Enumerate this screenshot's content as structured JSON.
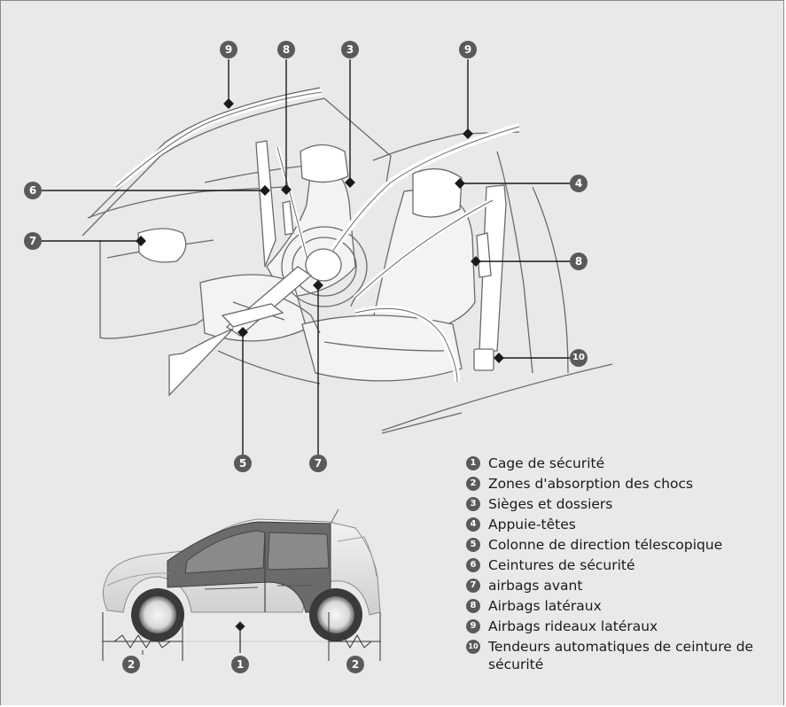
{
  "callouts": {
    "c9a": "9",
    "c8a": "8",
    "c3": "3",
    "c9b": "9",
    "c6": "6",
    "c4": "4",
    "c7a": "7",
    "c8b": "8",
    "c10": "10",
    "c5": "5",
    "c7b": "7",
    "c2a": "2",
    "c1": "1",
    "c2b": "2"
  },
  "legend": [
    {
      "num": "1",
      "text": "Cage de sécurité"
    },
    {
      "num": "2",
      "text": "Zones d'absorption des chocs"
    },
    {
      "num": "3",
      "text": "Sièges et dossiers"
    },
    {
      "num": "4",
      "text": "Appuie-têtes"
    },
    {
      "num": "5",
      "text": "Colonne de direction télescopique"
    },
    {
      "num": "6",
      "text": "Ceintures de sécurité"
    },
    {
      "num": "7",
      "text": "airbags avant"
    },
    {
      "num": "8",
      "text": "Airbags latéraux"
    },
    {
      "num": "9",
      "text": "Airbags rideaux latéraux"
    },
    {
      "num": "10",
      "text": "Tendeurs automatiques de ceinture de sécurité"
    }
  ],
  "colors": {
    "background": "#e9e9e9",
    "badge": "#5a5a5a",
    "line_art": "#555555",
    "highlight": "#ffffff"
  }
}
